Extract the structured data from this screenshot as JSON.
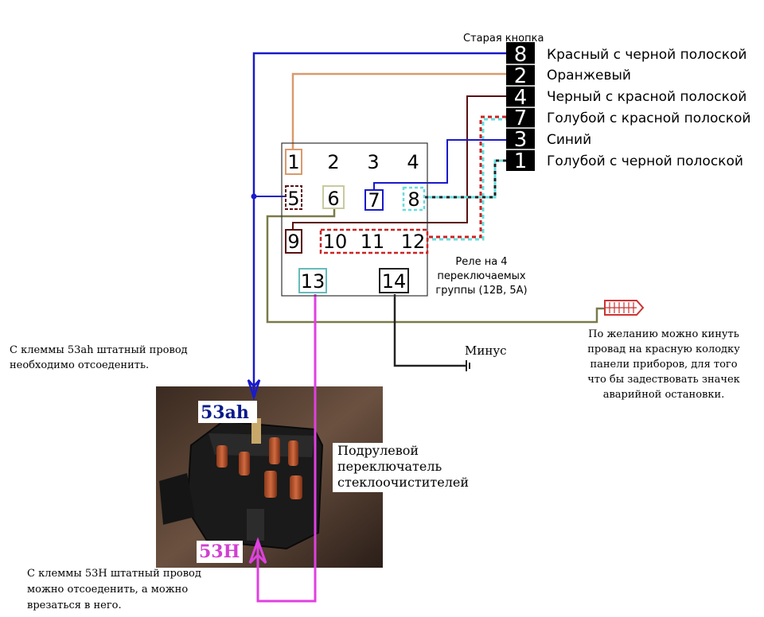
{
  "old_button": {
    "title": "Старая кнопка",
    "pins": [
      {
        "num": "8",
        "wire": "Красный с черной полоской"
      },
      {
        "num": "2",
        "wire": "Оранжевый"
      },
      {
        "num": "4",
        "wire": "Черный с красной полоской"
      },
      {
        "num": "7",
        "wire": "Голубой с красной полоской"
      },
      {
        "num": "3",
        "wire": "Синий"
      },
      {
        "num": "1",
        "wire": "Голубой с черной полоской"
      }
    ]
  },
  "relay": {
    "terminals": [
      "1",
      "2",
      "3",
      "4",
      "5",
      "6",
      "7",
      "8",
      "9",
      "10",
      "11",
      "12",
      "13",
      "14"
    ],
    "caption": [
      "Реле на 4",
      "переключаемых",
      "группы (12В, 5А)"
    ]
  },
  "ground_label": "Минус",
  "instrument_note": [
    "По желанию можно кинуть",
    "провад на красную колодку",
    "панели приборов, для того",
    "что бы задествовать значек",
    "аварийной остановки."
  ],
  "note_53ah": [
    "С клеммы 53ah штатный провод",
    "необходимо отсоеденить."
  ],
  "note_53h": [
    "С клеммы 53H штатный провод",
    "можно отсоеденить, а можно",
    "врезаться в него."
  ],
  "photo": {
    "label_53ah": "53ah",
    "label_53h": "53H",
    "switch_label": [
      "Подрулевой",
      "переключатель",
      "стеклоочистителей"
    ]
  },
  "colors": {
    "blue": "#1a1acc",
    "orange": "#d99a6c",
    "darkred": "#5a1010",
    "red_dash": "#cc2222",
    "cyan_dash": "#66dddd",
    "olive": "#7a7a4a",
    "magenta": "#e040e0",
    "label_blue": "#0a1a8a",
    "label_magenta": "#d040d0"
  }
}
